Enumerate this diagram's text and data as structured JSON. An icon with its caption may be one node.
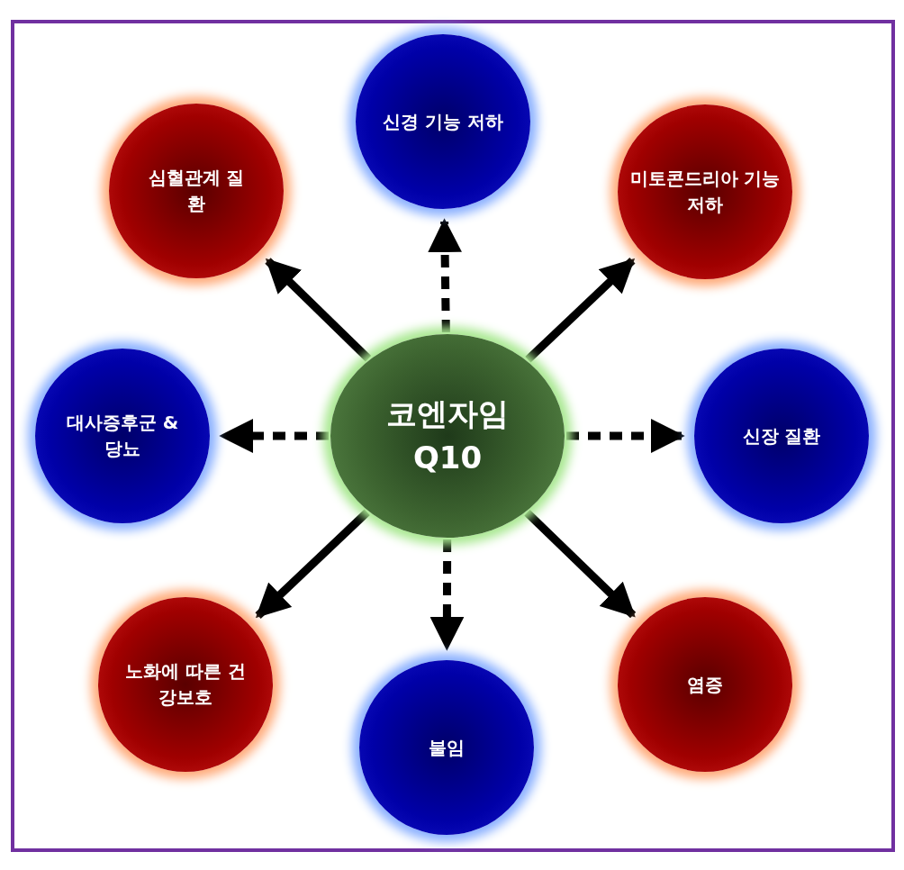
{
  "diagram": {
    "nodes": [
      {
        "text": [
          "코엔자임 Q10"
        ]
      },
      {
        "text": [
          "심혈관계 질환"
        ]
      },
      {
        "text": [
          "신경 기능 저하"
        ]
      },
      {
        "text": [
          "미토콘드리아 기능저하"
        ]
      },
      {
        "text": [
          "대사증후군 & 당뇨"
        ]
      },
      {
        "text": [
          "신장 질환"
        ]
      },
      {
        "text": [
          "노화에 따른 건강보호"
        ]
      },
      {
        "text": [
          "불임"
        ]
      },
      {
        "text": [
          "염증"
        ]
      }
    ],
    "edges": [
      {
        "from": 0,
        "to": 1,
        "arrow": "to"
      },
      {
        "from": 0,
        "to": 2,
        "arrow": "to",
        "style": "dashed"
      },
      {
        "from": 0,
        "to": 3,
        "arrow": "to"
      },
      {
        "from": 0,
        "to": 4,
        "arrow": "to",
        "style": "dashed"
      },
      {
        "from": 0,
        "to": 5,
        "arrow": "to",
        "style": "dashed"
      },
      {
        "from": 0,
        "to": 6,
        "arrow": "to"
      },
      {
        "from": 0,
        "to": 7,
        "arrow": "to",
        "style": "dashed"
      },
      {
        "from": 0,
        "to": 8,
        "arrow": "to"
      }
    ]
  }
}
